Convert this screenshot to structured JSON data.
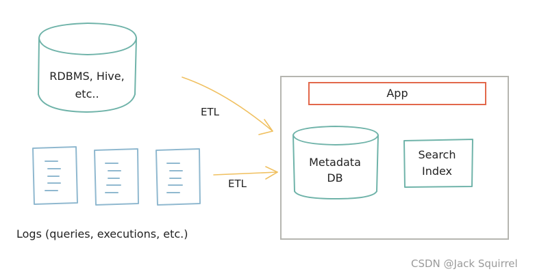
{
  "sources": {
    "database_label_line1": "RDBMS, Hive,",
    "database_label_line2": "etc..",
    "logs_label": "Logs (queries, executions, etc.)"
  },
  "flows": {
    "etl_top": "ETL",
    "etl_bottom": "ETL"
  },
  "system": {
    "app_label": "App",
    "metadata_db_line1": "Metadata",
    "metadata_db_line2": "DB",
    "search_index_line1": "Search",
    "search_index_line2": "Index"
  },
  "watermark": "CSDN @Jack Squirrel",
  "colors": {
    "cylinder_stroke": "#6fb3a9",
    "document_stroke": "#8fb8cf",
    "arrow_stroke": "#f0c060",
    "system_frame": "#b5b5b0",
    "app_stroke": "#e2674a"
  }
}
